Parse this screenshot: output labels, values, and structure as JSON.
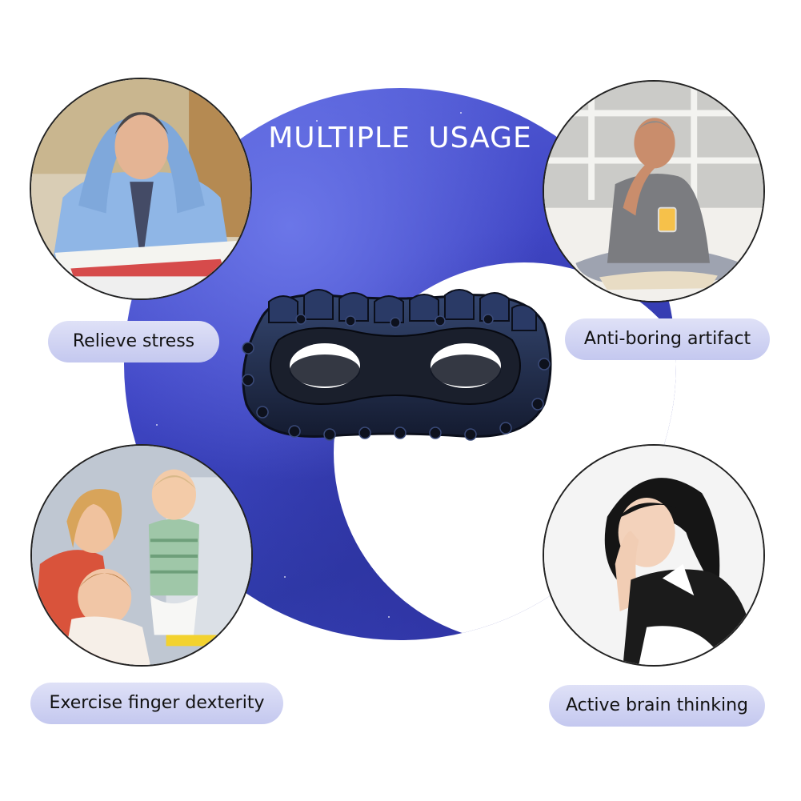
{
  "title": "MULTIPLE  USAGE",
  "colors": {
    "ring": "#3f45c4",
    "label_bg": "#d4d7f4",
    "product": "#1e2a52"
  },
  "usages": [
    {
      "label": "Relieve stress",
      "photo": "stressed-man-photo"
    },
    {
      "label": "Anti-boring artifact",
      "photo": "thinking-man-photo"
    },
    {
      "label": "Exercise finger dexterity",
      "photo": "mother-children-photo"
    },
    {
      "label": "Active brain thinking",
      "photo": "woman-thinking-photo"
    }
  ]
}
